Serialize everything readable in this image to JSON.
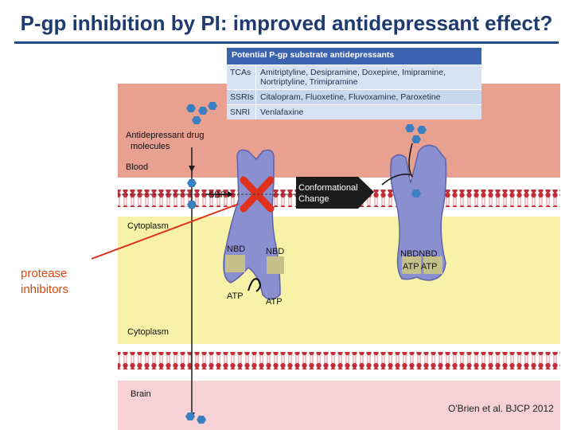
{
  "title": "P-gp inhibition by PI: improved antidepressant effect?",
  "table": {
    "header": "Potential P-gp substrate antidepressants",
    "rows": [
      {
        "class": "TCAs",
        "drugs_line1": "Amitriptyline, Desipramine, Doxepine, Imipramine,",
        "drugs_line2": "Nortriptyline, Trimipramine"
      },
      {
        "class": "SSRIs",
        "drugs_line1": "Citalopram, Fluoxetine, Fluvoxamine, Paroxetine",
        "drugs_line2": ""
      },
      {
        "class": "SNRI",
        "drugs_line1": "Venlafaxine",
        "drugs_line2": ""
      }
    ]
  },
  "diagram": {
    "drug_label_1": "Antidepressant drug",
    "drug_label_2": "molecules",
    "blood": "Blood",
    "sbp": "SBP",
    "conf_1": "Conformational",
    "conf_2": "Change",
    "cytoplasm_top": "Cytoplasm",
    "nbd_left": "NBD",
    "nbd_right": "NBD",
    "nbd_pair": "NBDNBD",
    "atp_left": "ATP",
    "atp_right": "ATP",
    "atp_pair": "ATP ATP",
    "cytoplasm_bottom": "Cytoplasm",
    "brain": "Brain"
  },
  "pi_label_1": "protease",
  "pi_label_2": "inhibitors",
  "credit": "O'Brien et al. BJCP 2012",
  "colors": {
    "title": "#1f3a6e",
    "blood": "#e8a090",
    "cytoplasm": "#f7f2a8",
    "brain": "#f6d2d6",
    "protein": "#8a8fcf",
    "membrane": "#c0303a",
    "drug": "#3a7fc0",
    "inhibitor": "#e0301e"
  }
}
